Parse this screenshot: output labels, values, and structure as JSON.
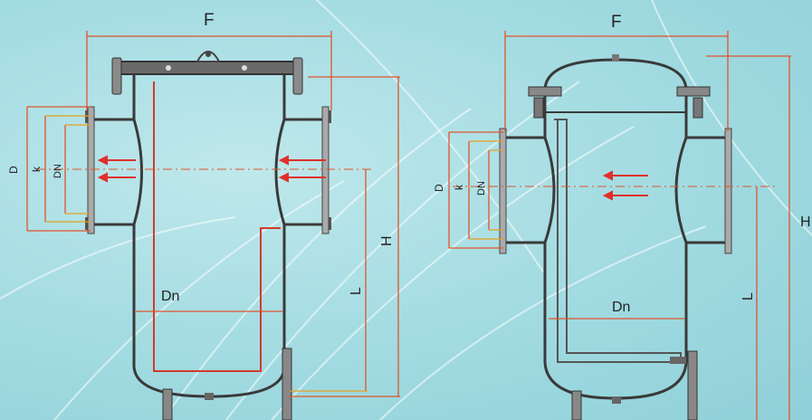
{
  "left_drawing": {
    "F": "F",
    "D": "D",
    "k": "k",
    "DN": "DN",
    "H": "H",
    "L": "L",
    "Dn": "Dn"
  },
  "right_drawing": {
    "F": "F",
    "D": "D",
    "k": "k",
    "DN": "DN",
    "H": "H",
    "L": "L",
    "Dn": "Dn"
  },
  "colors": {
    "outline": "#3a3a3a",
    "dimension": "#e0552b",
    "dimension_alt": "#e8a020",
    "flow_arrow": "#e0302b"
  }
}
